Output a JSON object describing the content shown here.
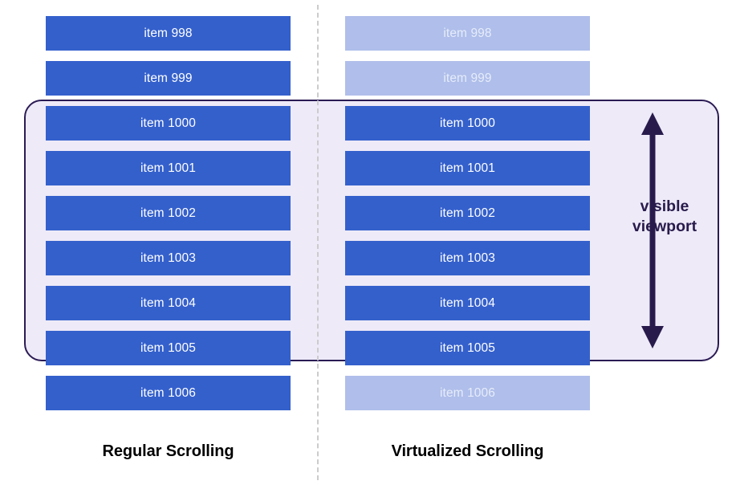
{
  "diagram": {
    "title_hidden": "",
    "colors": {
      "solid_item": "#3460cc",
      "ghost_item": "#afbeea",
      "viewport_fill": "#eeeaf8",
      "viewport_border": "#2b1b54",
      "annotation_text": "#281b4c",
      "divider": "#cccccc",
      "caption_text": "#000000",
      "item_label": "#ffffff"
    },
    "divider": {
      "name": "vertical-dashed-divider",
      "style": "dashed"
    },
    "viewport": {
      "label_line1": "visible",
      "label_line2": "viewport",
      "arrow_icon": "double-headed-vertical-arrow-icon"
    },
    "columns": [
      {
        "key": "regular",
        "caption": "Regular Scrolling",
        "items": [
          {
            "label": "item 998",
            "rendered": true,
            "in_viewport": false
          },
          {
            "label": "item 999",
            "rendered": true,
            "in_viewport": false
          },
          {
            "label": "item 1000",
            "rendered": true,
            "in_viewport": true
          },
          {
            "label": "item 1001",
            "rendered": true,
            "in_viewport": true
          },
          {
            "label": "item 1002",
            "rendered": true,
            "in_viewport": true
          },
          {
            "label": "item 1003",
            "rendered": true,
            "in_viewport": true
          },
          {
            "label": "item 1004",
            "rendered": true,
            "in_viewport": true
          },
          {
            "label": "item 1005",
            "rendered": true,
            "in_viewport": true
          },
          {
            "label": "item 1006",
            "rendered": true,
            "in_viewport": false
          }
        ]
      },
      {
        "key": "virtualized",
        "caption": "Virtualized Scrolling",
        "items": [
          {
            "label": "item 998",
            "rendered": false,
            "in_viewport": false
          },
          {
            "label": "item 999",
            "rendered": false,
            "in_viewport": false
          },
          {
            "label": "item 1000",
            "rendered": true,
            "in_viewport": true
          },
          {
            "label": "item 1001",
            "rendered": true,
            "in_viewport": true
          },
          {
            "label": "item 1002",
            "rendered": true,
            "in_viewport": true
          },
          {
            "label": "item 1003",
            "rendered": true,
            "in_viewport": true
          },
          {
            "label": "item 1004",
            "rendered": true,
            "in_viewport": true
          },
          {
            "label": "item 1005",
            "rendered": true,
            "in_viewport": true
          },
          {
            "label": "item 1006",
            "rendered": false,
            "in_viewport": false
          }
        ]
      }
    ]
  }
}
